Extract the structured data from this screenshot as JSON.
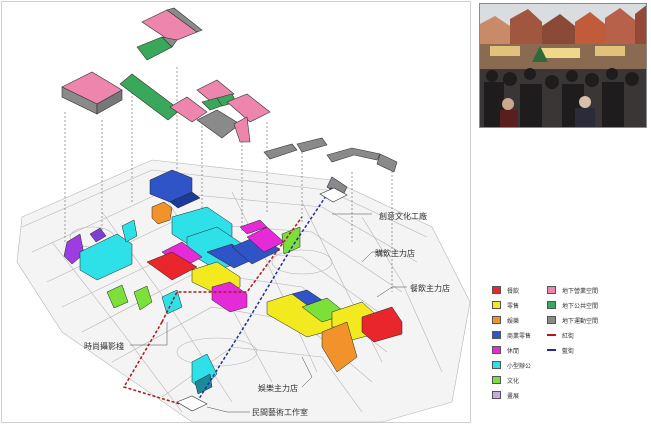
{
  "callouts": {
    "creative_workshop": "創意文化工廠",
    "dining_anchor_1": "購飲主力店",
    "dining_anchor_2": "餐飲主力店",
    "fashion_photo_studio": "時尚攝影棧",
    "entertainment_anchor": "娛樂主力店",
    "folk_art_studio": "民間藝術工作室"
  },
  "legend": {
    "col1": [
      {
        "label": "餐飲",
        "color": "#e8262c"
      },
      {
        "label": "零售",
        "color": "#f2ea1f"
      },
      {
        "label": "娛樂",
        "color": "#f2922a"
      },
      {
        "label": "商業零售",
        "color": "#2f54c8"
      },
      {
        "label": "休閒",
        "color": "#e52bd8"
      },
      {
        "label": "小型辦公",
        "color": "#2ee0e8"
      },
      {
        "label": "文化",
        "color": "#7be03a"
      },
      {
        "label": "畫展",
        "color": "#c8a8e8"
      }
    ],
    "col2": [
      {
        "label": "地下營業空間",
        "color": "#ee85ad"
      },
      {
        "label": "地下公共空間",
        "color": "#3aa85a"
      },
      {
        "label": "地下運動空間",
        "color": "#8a8a8a"
      },
      {
        "label": "紅街",
        "line": "red"
      },
      {
        "label": "藍街",
        "line": "blue"
      }
    ]
  }
}
